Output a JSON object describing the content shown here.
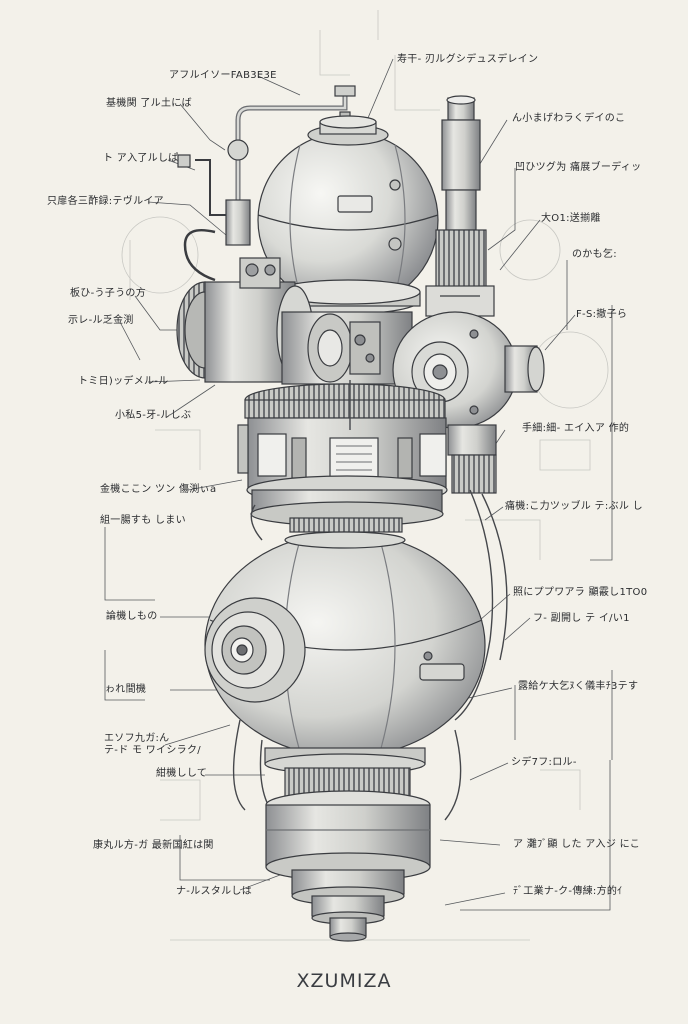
{
  "title": "XZUMIZA",
  "labels_left": [
    "アフルイソーFAB3E3E",
    "基機関 了ル土にば",
    "ト ア入了ルしぱ",
    "只扉各三酢録:テヴルイア",
    "板ひ-う子うの方",
    "示レ-ル乏金渕",
    "トミ日)ッデメル-ル",
    "小私5-牙-ルしぶ",
    "金機ここン ツン 傷渕ぃa",
    "組一腸すも しまい",
    "論機しもの",
    "ゎれ間機",
    "エソフ九ガ:ん\nテ-ド モ ワイシラク/",
    "紺機しして",
    "康丸ル方-ガ 最新国紅は関",
    "ナ-ルスタルしは"
  ],
  "labels_right": [
    "寿干- 刃ルグシデュスデレイン",
    "ん小まげわラくデイのこ",
    "凹ひツグ为 痛展ブーディッ",
    "大O1:送揃離",
    "のかも乞:",
    "F-S:撤子ら",
    "手細:細- エイ入ア 作的",
    "痛機:こ力ツッブル テ:ぶル し",
    "照にププワアラ 顯霰し1TO0",
    "フ- 副開し テ イ/い1",
    "露給ケ大乞ﾇく儀丰ﾁ3テす",
    "シデ7フ:ロル-",
    "ア 灘ﾌﾞ顯 した ア入ジ にこ",
    "ﾃﾞ工業ナ-ク-傳練:方的ｲ"
  ],
  "colors": {
    "paper": "#f3f1ea",
    "ink": "#2b2d30",
    "metal": "#dcdcd8",
    "shade": "#9a9c9e"
  }
}
